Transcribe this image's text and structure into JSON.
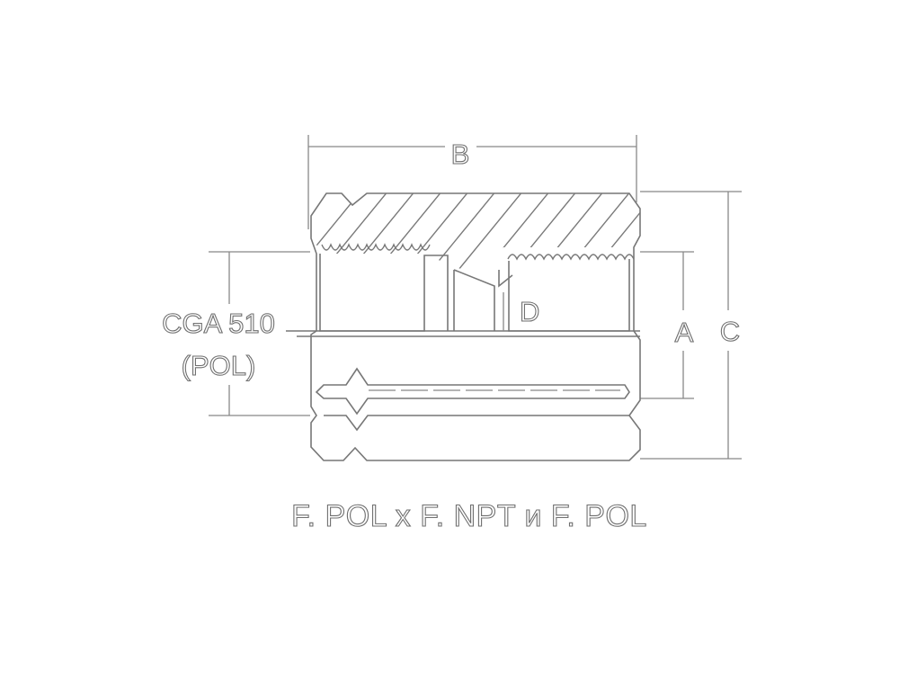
{
  "labels": {
    "dim_b": "B",
    "dim_a": "A",
    "dim_c": "C",
    "dim_d": "D",
    "connection_line1": "CGA 510",
    "connection_line2": "(POL)"
  },
  "caption": "F. POL x F. NPT и F. POL",
  "colors": {
    "background": "#ffffff",
    "outline": "#777777"
  }
}
